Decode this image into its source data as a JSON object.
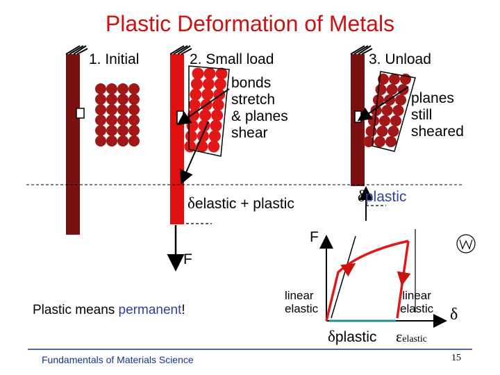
{
  "slide": {
    "title": "Plastic Deformation of Metals",
    "panels": {
      "initial": "1. Initial",
      "small_load": "2. Small load",
      "unload": "3. Unload"
    },
    "notes": {
      "bonds_stretch": [
        "bonds",
        "stretch",
        "& planes",
        "shear"
      ],
      "planes_sheared": [
        "planes",
        "still",
        "sheared"
      ]
    },
    "delta_symbol": "δ",
    "elastic_plus_plastic": "elastic + plastic",
    "plastic": "plastic",
    "force_label": "F",
    "plastic_means": "Plastic means ",
    "permanent": "permanent",
    "exclaim": "!",
    "linear_elastic_left": [
      "linear",
      "elastic"
    ],
    "linear_elastic_right": [
      "linear",
      "elastic"
    ],
    "epsilon_symbol": "ε",
    "elastic_sub": "elastic",
    "footer": "Fundamentals of Materials Science",
    "page_number": "15"
  },
  "colors": {
    "title": "#cc1111",
    "atom": "#a01818",
    "atom_loaded": "#e01818",
    "wall": "#7a1010",
    "wall_loaded": "#e01010",
    "accent_blue": "#2f3fa0",
    "teal": "#1f8f8f",
    "footer": "#16338a"
  }
}
